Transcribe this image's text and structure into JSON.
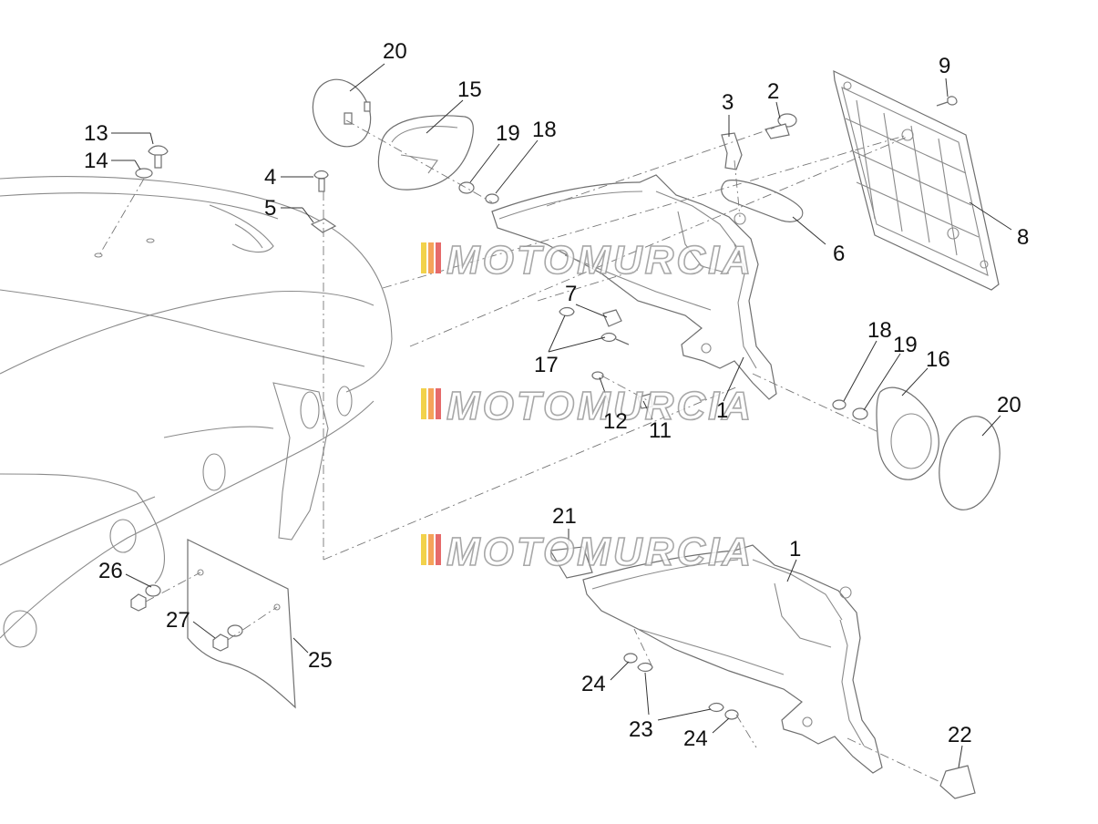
{
  "watermark": {
    "text": "MOTOMURCIA",
    "stripe_colors": [
      "#f2d24b",
      "#f5a35a",
      "#e66a6a"
    ]
  },
  "callouts": [
    "20",
    "15",
    "19",
    "18",
    "3",
    "2",
    "9",
    "13",
    "14",
    "4",
    "5",
    "6",
    "8",
    "7",
    "17",
    "12",
    "11",
    "1",
    "18",
    "19",
    "16",
    "20",
    "21",
    "1",
    "26",
    "27",
    "25",
    "24",
    "23",
    "24",
    "22"
  ]
}
